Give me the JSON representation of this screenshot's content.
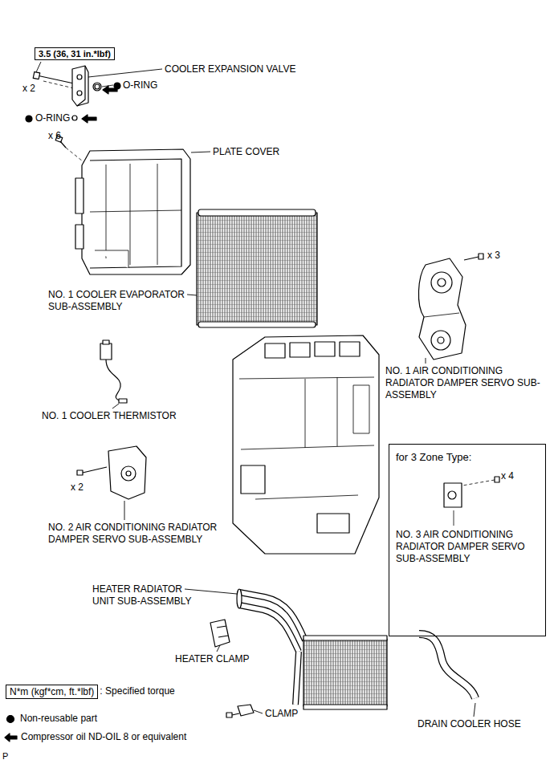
{
  "diagram": {
    "nodes": [
      {
        "text": [
          "3.5 (36, 31 in.*lbf)"
        ]
      },
      {
        "text": [
          "for 3 Zone Type:",
          "NO. 3 AIR CONDITIONING RADIATOR DAMPER SERVO SUB-ASSEMBLY"
        ]
      },
      {
        "text": [
          "N*m (kgf*cm, ft.*lbf)"
        ]
      }
    ],
    "labels": [
      "COOLER EXPANSION VALVE",
      "x 2",
      "O-RING",
      "O-RING",
      "x 6",
      "PLATE COVER",
      "NO. 1 COOLER EVAPORATOR SUB-ASSEMBLY",
      "x 3",
      "NO. 1 AIR CONDITIONING RADIATOR DAMPER SERVO SUB-ASSEMBLY",
      "NO. 1 COOLER THERMISTOR",
      "x 2",
      "NO. 2 AIR CONDITIONING RADIATOR DAMPER SERVO SUB-ASSEMBLY",
      "x 4",
      "HEATER RADIATOR UNIT SUB-ASSEMBLY",
      "HEATER CLAMP",
      "CLAMP",
      "DRAIN COOLER HOSE",
      "P"
    ],
    "legend": [
      {
        "text": ": Specified torque"
      },
      {
        "text": "Non-reusable part"
      },
      {
        "text": "Compressor oil ND-OIL 8 or equivalent"
      }
    ]
  }
}
